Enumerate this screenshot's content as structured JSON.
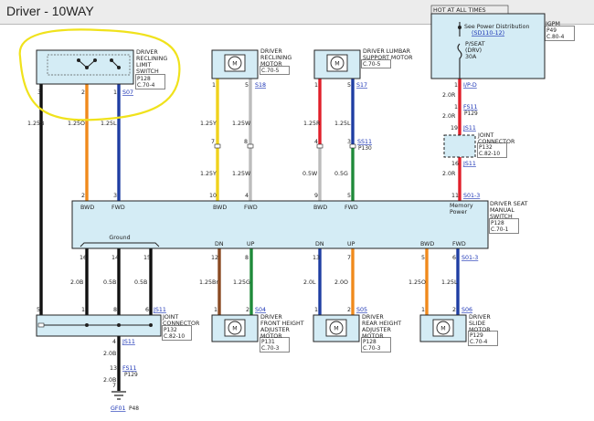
{
  "title": "Driver - 10WAY",
  "hot_at_all_times": "HOT AT ALL TIMES",
  "colors": {
    "box_fill": "#d4ecf5",
    "box_stroke": "#222222",
    "link": "#1a33b5",
    "annotation": "#f0e21c",
    "wire_black": "#111111",
    "wire_orange": "#f08a1c",
    "wire_blue": "#1f3ea3",
    "wire_yellow": "#f0d21c",
    "wire_white": "#bcbcbc",
    "wire_red": "#e0202a",
    "wire_green": "#1f8a3a",
    "wire_brown": "#8a4a22"
  },
  "components": {
    "reclining_limit": {
      "name": [
        "DRIVER",
        "RECLINING",
        "LIMIT",
        "SWITCH"
      ],
      "ref": [
        "P128",
        "C.70-4"
      ]
    },
    "reclining_motor": {
      "name": [
        "DRIVER",
        "RECLINING",
        "MOTOR"
      ],
      "ref": [
        "C.70-5"
      ],
      "icon": "motor-icon"
    },
    "lumbar_motor": {
      "name": [
        "DRIVER LUMBAR",
        "SUPPORT MOTOR"
      ],
      "ref": [
        "C.70-5"
      ],
      "icon": "motor-icon"
    },
    "ipm": {
      "name": [
        "IGPM"
      ],
      "ref": [
        "P49",
        "C.80-4"
      ],
      "see": "See Power Distribution",
      "see_link": "(SD110-12)",
      "fuse": [
        "P/SEAT",
        "(DRV)",
        "30A"
      ]
    },
    "seat_switch": {
      "name": [
        "DRIVER SEAT",
        "MANUAL",
        "SWITCH"
      ],
      "ref": [
        "P128",
        "C.70-1"
      ],
      "memory": [
        "Memory",
        "Power"
      ],
      "ground": "Ground"
    },
    "joint_top": {
      "name": [
        "JOINT",
        "CONNECTOR"
      ],
      "ref": [
        "P132",
        "C.82-10"
      ]
    },
    "joint_bottom": {
      "name": [
        "JOINT",
        "CONNECTOR"
      ],
      "ref": [
        "P132",
        "C.82-10"
      ]
    },
    "front_height": {
      "name": [
        "DRIVER",
        "FRONT HEIGHT",
        "ADJUSTER",
        "MOTOR"
      ],
      "ref": [
        "P131",
        "C.70-3"
      ],
      "icon": "motor-icon"
    },
    "rear_height": {
      "name": [
        "DRIVER",
        "REAR HEIGHT",
        "ADJUSTER",
        "MOTOR"
      ],
      "ref": [
        "P128",
        "C.70-3"
      ],
      "icon": "motor-icon"
    },
    "slide_motor": {
      "name": [
        "DRIVER",
        "SLIDE",
        "MOTOR"
      ],
      "ref": [
        "P129",
        "C.70-4"
      ],
      "icon": "motor-icon"
    }
  },
  "motor_label": "M",
  "connectors": {
    "s07": "S07",
    "s18": "S18",
    "s17": "S17",
    "ss11": "SS11",
    "ss11_ref": "P130",
    "ipd": "I/P-D",
    "fs11a": "FS11",
    "fs11a_ref": "P129",
    "js11a": "JS11",
    "js11b": "JS11",
    "s01a": "S01-3",
    "s01b": "S01-3",
    "js11c": "JS11",
    "s04": "S04",
    "s05": "S05",
    "s06": "S06",
    "js11d": "JS11",
    "fs11b": "FS11",
    "fs11b_ref": "P129",
    "gf01": "GF01",
    "gf01_ref": "P48"
  },
  "pins": {
    "rl_3": "3",
    "rl_2": "2",
    "rl_1": "1",
    "rm_1": "1",
    "rm_5": "5",
    "lm_1": "1",
    "lm_5": "5",
    "ipm_out": "1",
    "jct_top_a": "1",
    "jct_top_b": "19",
    "jct_top_c": "16",
    "ss_top_7": "7",
    "ss_top_8": "8",
    "ss_top_4": "4",
    "ss_top_3": "3",
    "sw_2": "2",
    "sw_3": "3",
    "sw_10": "10",
    "sw_4": "4",
    "sw_9": "9",
    "sw_5": "5",
    "sw_11": "11",
    "sw_16": "16",
    "sw_14": "14",
    "sw_15": "15",
    "sw_12": "12",
    "sw_8": "8",
    "sw_13": "13",
    "sw_7": "7",
    "sw_5b": "5",
    "sw_6": "6",
    "fh_1": "1",
    "fh_2": "2",
    "rh_1": "1",
    "rh_2": "2",
    "sl_1": "1",
    "sl_2": "2",
    "jb_5": "5",
    "jb_1": "1",
    "jb_8": "8",
    "jb_6": "6",
    "jb_4": "4",
    "jb_13": "13",
    "jb_7": "7"
  },
  "wire_labels": {
    "rl_3": "1.25B",
    "rl_2": "1.25O",
    "rl_1": "1.25L",
    "rm_1": "1.25Y",
    "rm_5": "1.25W",
    "rm_lo1": "1.25Y",
    "rm_lo5": "1.25W",
    "lm_1": "1.25R",
    "lm_5": "1.25L",
    "lm_lo1": "0.5W",
    "lm_lo5": "0.5G",
    "ipm_a": "2.0R",
    "ipm_b": "2.0R",
    "ipm_c": "2.0R",
    "gnd_16": "2.0B",
    "gnd_14": "0.5B",
    "gnd_15": "0.5B",
    "fh_12": "1.25Br",
    "fh_8": "1.25G",
    "rh_13": "2.0L",
    "rh_7": "2.0O",
    "sl_5": "1.25O",
    "sl_6": "1.25L",
    "gnd_out": "2.0B",
    "gnd_out2": "2.0B"
  },
  "switch_labels": {
    "bwd1": "BWD",
    "fwd1": "FWD",
    "bwd2": "BWD",
    "fwd2": "FWD",
    "bwd3": "BWD",
    "fwd3": "FWD",
    "dn1": "DN",
    "up1": "UP",
    "dn2": "DN",
    "up2": "UP",
    "bwd4": "BWD",
    "fwd4": "FWD"
  }
}
